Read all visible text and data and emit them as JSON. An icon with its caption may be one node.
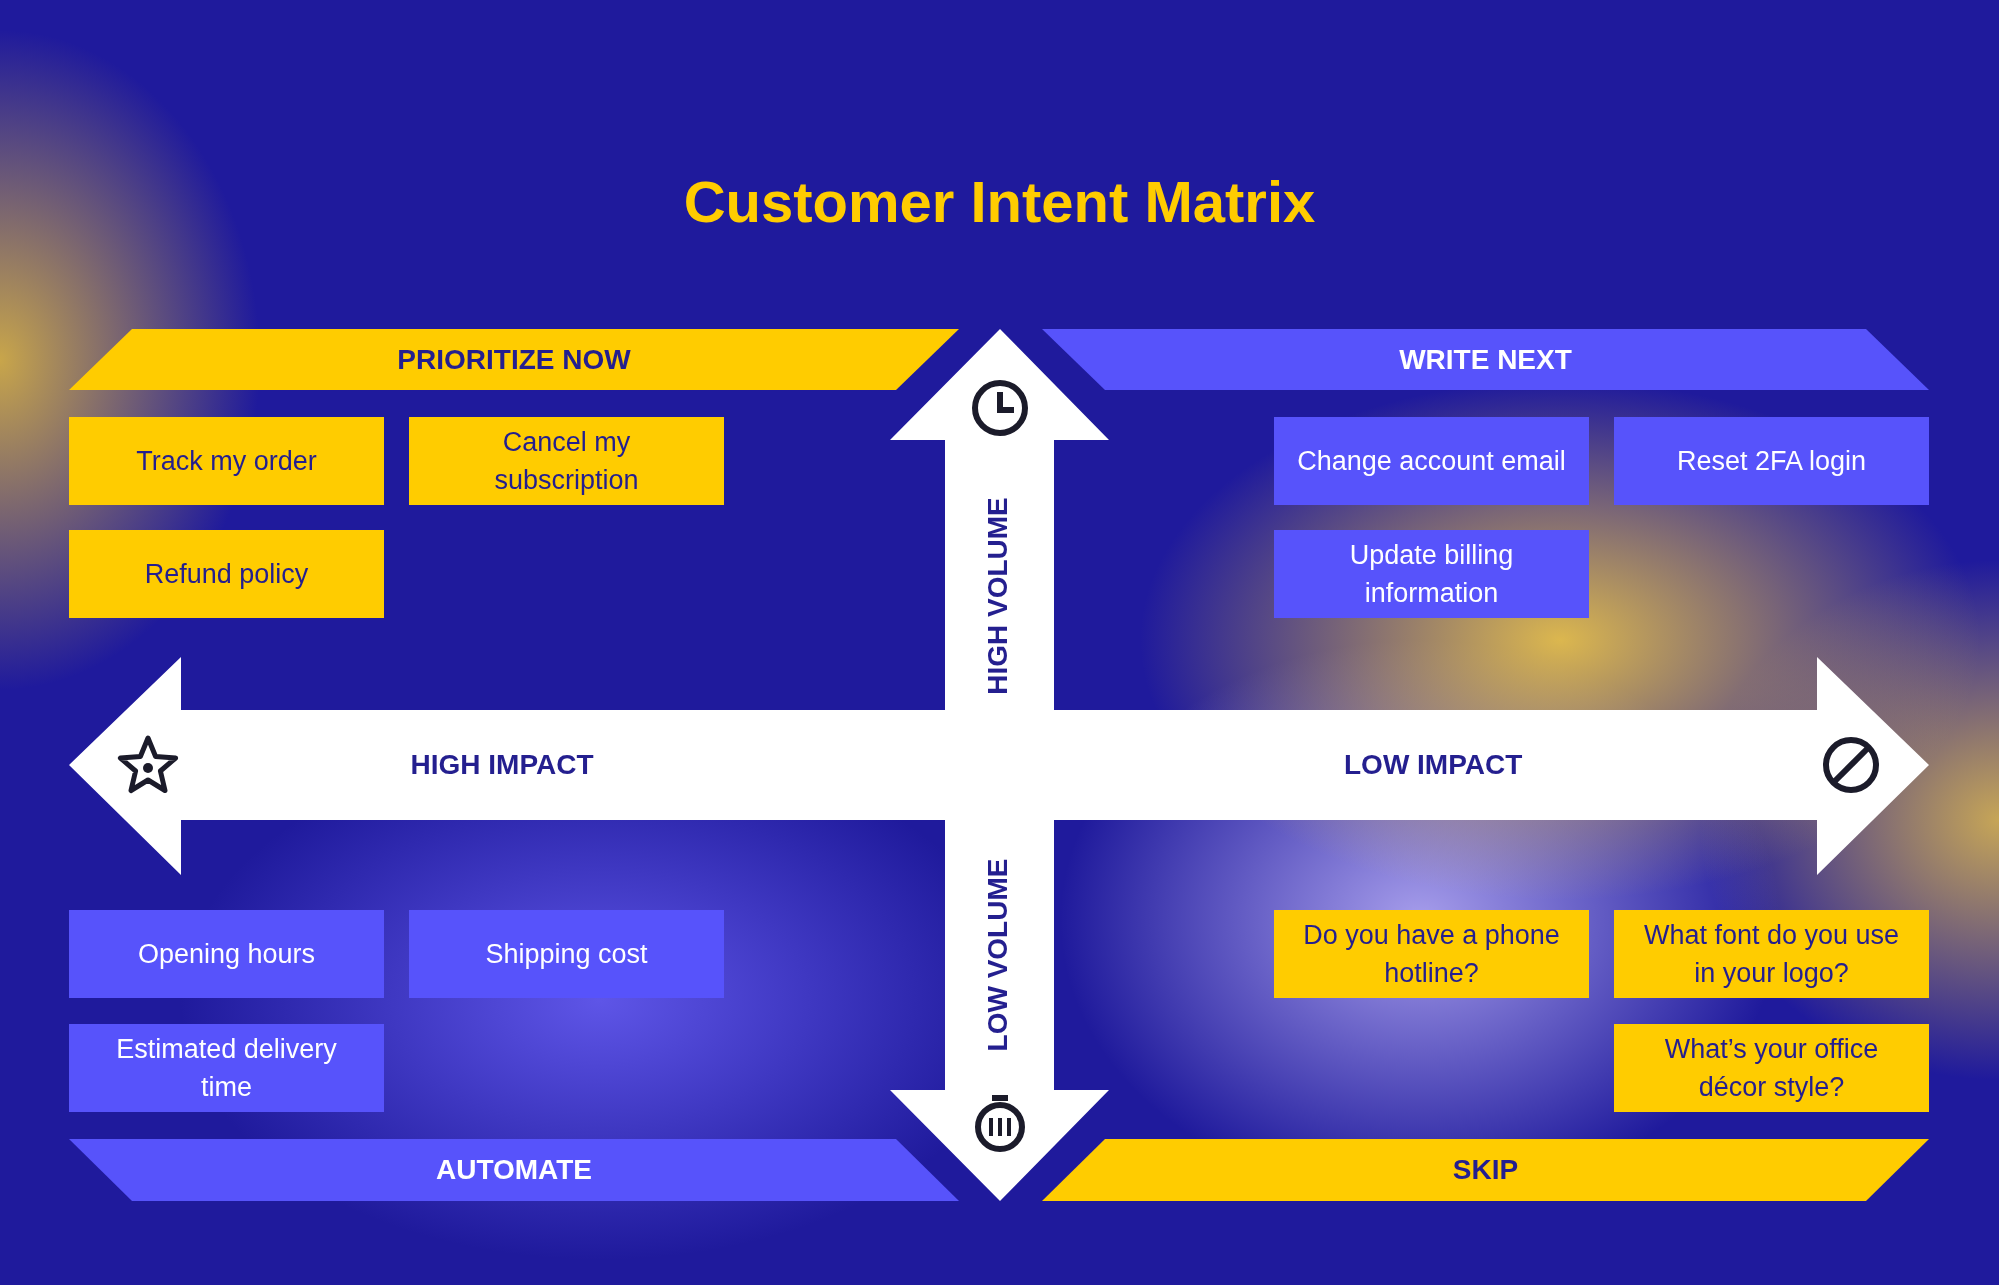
{
  "diagram": {
    "title": "Customer Intent Matrix",
    "nodes": [
      {
        "text": [
          "PRIORITIZE NOW"
        ]
      },
      {
        "text": [
          "Track my order"
        ]
      },
      {
        "text": [
          "Cancel my subscription"
        ]
      },
      {
        "text": [
          "Refund policy"
        ]
      },
      {
        "text": [
          "WRITE NEXT"
        ]
      },
      {
        "text": [
          "Change account email"
        ]
      },
      {
        "text": [
          "Reset 2FA login"
        ]
      },
      {
        "text": [
          "Update billing information"
        ]
      },
      {
        "text": [
          "Opening hours"
        ]
      },
      {
        "text": [
          "Shipping cost"
        ]
      },
      {
        "text": [
          "Estimated delivery time"
        ]
      },
      {
        "text": [
          "AUTOMATE"
        ]
      },
      {
        "text": [
          "Do you have a phone hotline?"
        ]
      },
      {
        "text": [
          "What font do you use in your logo?"
        ]
      },
      {
        "text": [
          "What’s your office décor style?"
        ]
      },
      {
        "text": [
          "SKIP"
        ]
      }
    ],
    "edges": [],
    "labels": [
      "HIGH VOLUME",
      "HIGH IMPACT",
      "LOW IMPACT",
      "LOW VOLUME"
    ]
  }
}
